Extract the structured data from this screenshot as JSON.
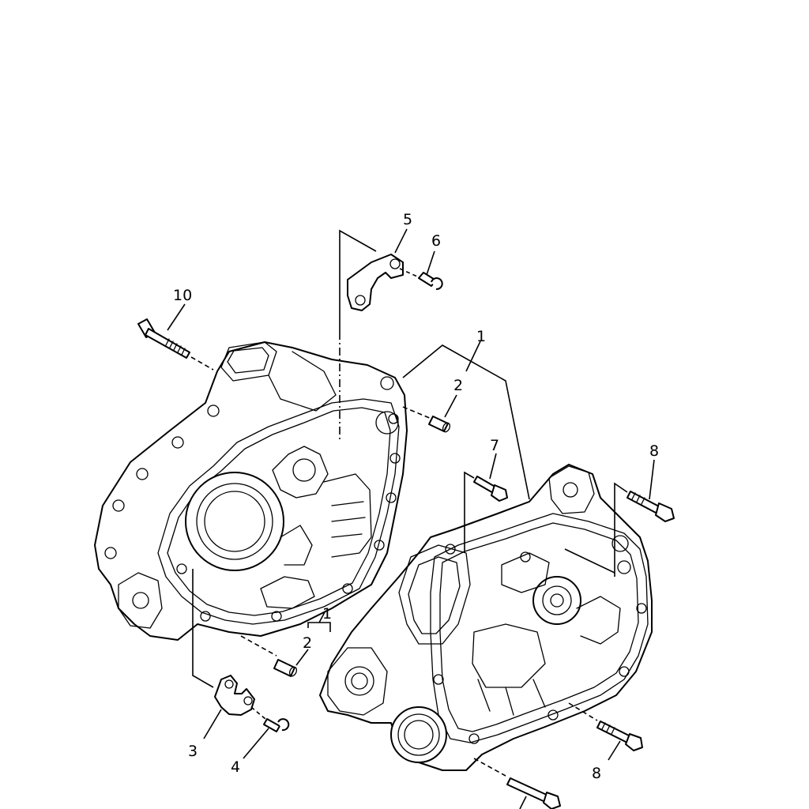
{
  "diagram": {
    "callouts": [
      {
        "id": "c10",
        "label": "10"
      },
      {
        "id": "c5",
        "label": "5"
      },
      {
        "id": "c6",
        "label": "6"
      },
      {
        "id": "c1a",
        "label": "1"
      },
      {
        "id": "c2a",
        "label": "2"
      },
      {
        "id": "c7",
        "label": "7"
      },
      {
        "id": "c8a",
        "label": "8"
      },
      {
        "id": "c1b",
        "label": "1"
      },
      {
        "id": "c2b",
        "label": "2"
      },
      {
        "id": "c3",
        "label": "3"
      },
      {
        "id": "c4",
        "label": "4"
      },
      {
        "id": "c8b",
        "label": "8"
      }
    ]
  }
}
